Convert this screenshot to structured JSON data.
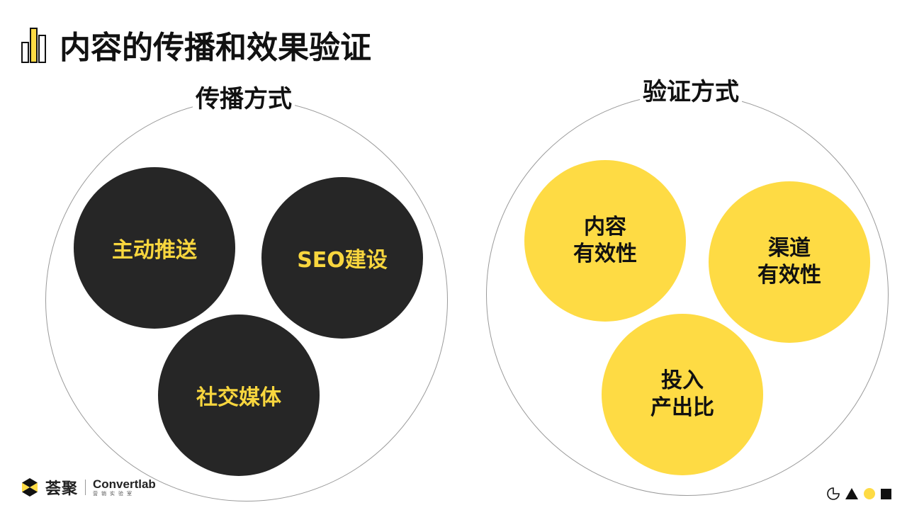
{
  "page_title": "内容的传播和效果验证",
  "colors": {
    "accent_yellow": "#fedb44",
    "dark_circle": "#262626",
    "dark_circle_text": "#f8d63e",
    "outline": "#9a9a9a"
  },
  "left_section": {
    "heading": "传播方式",
    "bubbles": [
      "主动推送",
      "SEO建设",
      "社交媒体"
    ]
  },
  "right_section": {
    "heading": "验证方式",
    "bubbles": [
      "内容\n有效性",
      "渠道\n有效性",
      "投入\n产出比"
    ]
  },
  "footer": {
    "brand_cn": "荟聚",
    "brand_en": "Convertlab",
    "brand_en_sub": "营销实验室"
  },
  "icons": [
    "bar-chart-icon",
    "moon-icon",
    "triangle-icon",
    "dot-icon",
    "square-icon"
  ]
}
